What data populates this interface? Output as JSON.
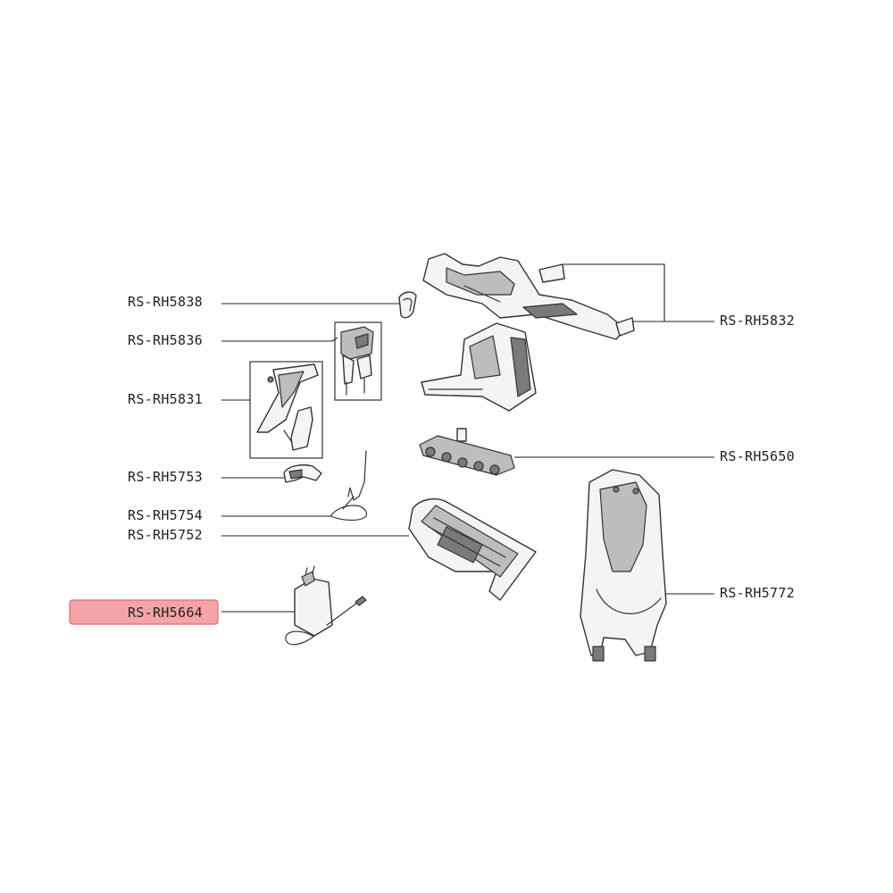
{
  "highlight_color": "#f4a3a8",
  "highlight_border": "#e06c74",
  "parts": {
    "rh5838": "RS-RH5838",
    "rh5836": "RS-RH5836",
    "rh5831": "RS-RH5831",
    "rh5753": "RS-RH5753",
    "rh5754": "RS-RH5754",
    "rh5752": "RS-RH5752",
    "rh5664": "RS-RH5664",
    "rh5832": "RS-RH5832",
    "rh5650": "RS-RH5650",
    "rh5772": "RS-RH5772"
  },
  "selected_part": "RS-RH5664"
}
